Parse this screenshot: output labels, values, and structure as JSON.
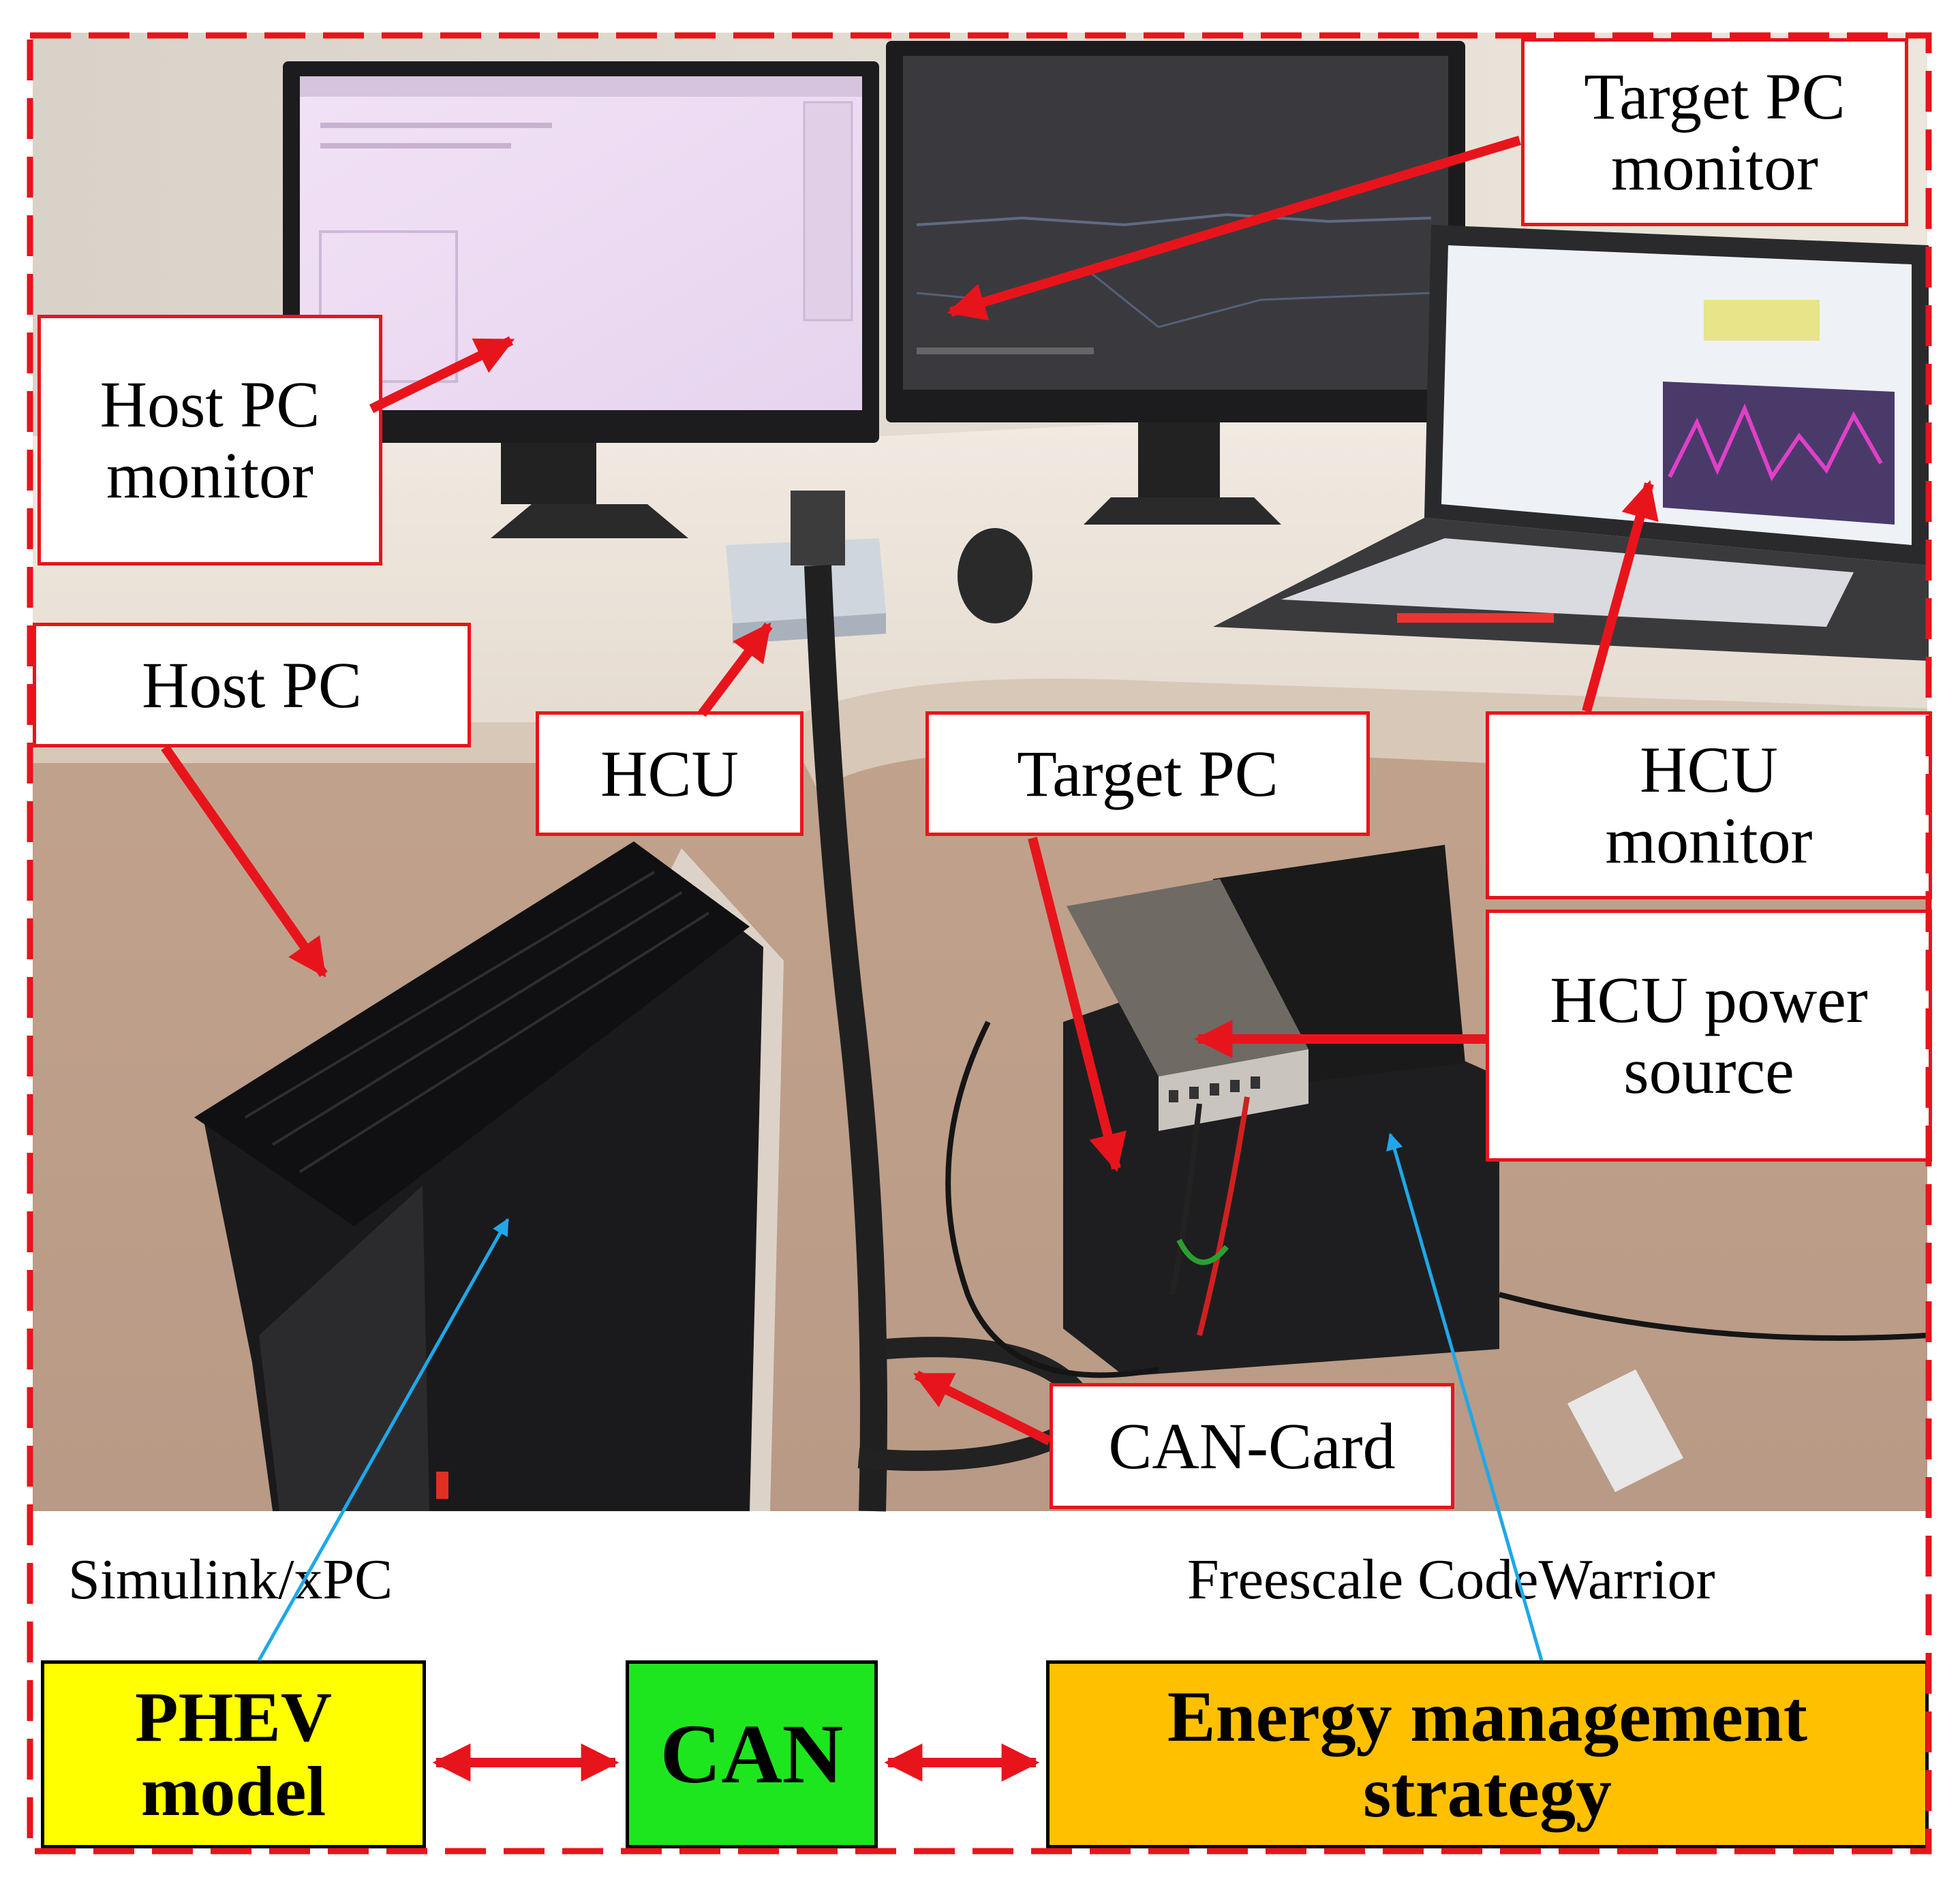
{
  "labels": {
    "target_pc_monitor": "Target PC\nmonitor",
    "host_pc_monitor": "Host PC\nmonitor",
    "host_pc": "Host PC",
    "hcu": "HCU",
    "target_pc": "Target PC",
    "hcu_monitor": "HCU\nmonitor",
    "hcu_power_source": "HCU power\nsource",
    "can_card": "CAN-Card"
  },
  "software": {
    "left": "Simulink/xPC",
    "right": "Freescale CodeWarrior"
  },
  "blocks": {
    "phev_model": "PHEV\nmodel",
    "can": "CAN",
    "energy_management": "Energy management\nstrategy"
  },
  "colors": {
    "frame_red": "#e8141c",
    "phev_block": "#ffff00",
    "can_block": "#1ee61e",
    "ems_block": "#ffc000",
    "blue_arrow": "#1ea8e8"
  }
}
